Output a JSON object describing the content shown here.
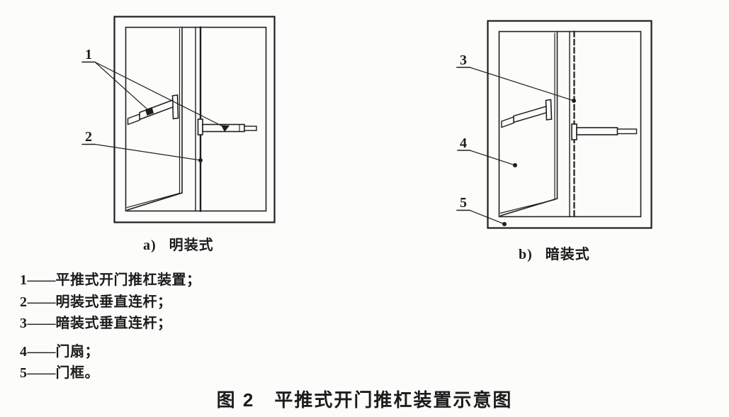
{
  "colors": {
    "ink": "#1e1e1e",
    "background": "#fcfcfa"
  },
  "diagram_a": {
    "label": "a)",
    "title": "明装式",
    "callout_1": "1",
    "callout_2": "2"
  },
  "diagram_b": {
    "label": "b)",
    "title": "暗装式",
    "callout_3": "3",
    "callout_4": "4",
    "callout_5": "5"
  },
  "legend": {
    "dash": "——",
    "items": [
      {
        "num": "1",
        "text": "平推式开门推杠装置；"
      },
      {
        "num": "2",
        "text": "明装式垂直连杆；"
      },
      {
        "num": "3",
        "text": "暗装式垂直连杆；"
      },
      {
        "num": "4",
        "text": "门扇；"
      },
      {
        "num": "5",
        "text": "门框。"
      }
    ]
  },
  "figure_caption": "图 2　平推式开门推杠装置示意图"
}
